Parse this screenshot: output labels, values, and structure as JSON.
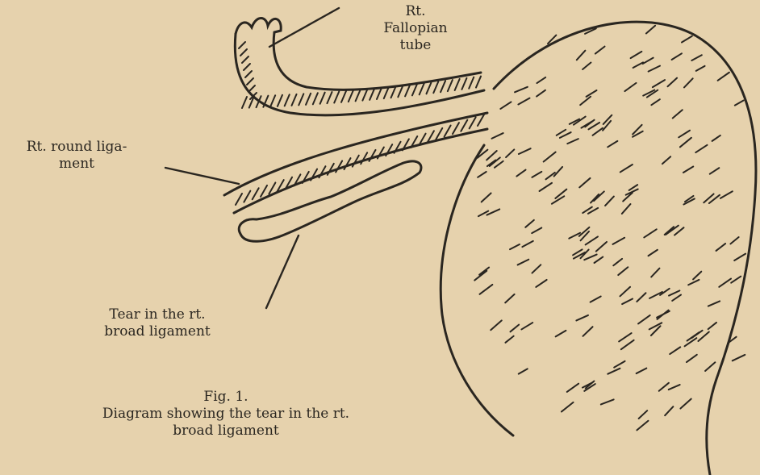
{
  "labels": {
    "fallopian_tube": [
      "Rt.",
      "Fallopian",
      "tube"
    ],
    "round_ligament": [
      "Rt. round liga-",
      "ment"
    ],
    "tear": [
      "Tear in the rt.",
      "broad ligament"
    ]
  },
  "caption": {
    "fig": "Fig. 1.",
    "line1": "Diagram showing the tear in the rt.",
    "line2": "broad ligament"
  },
  "colors": {
    "paper": "#e6d2ad",
    "ink": "#2a2620"
  }
}
